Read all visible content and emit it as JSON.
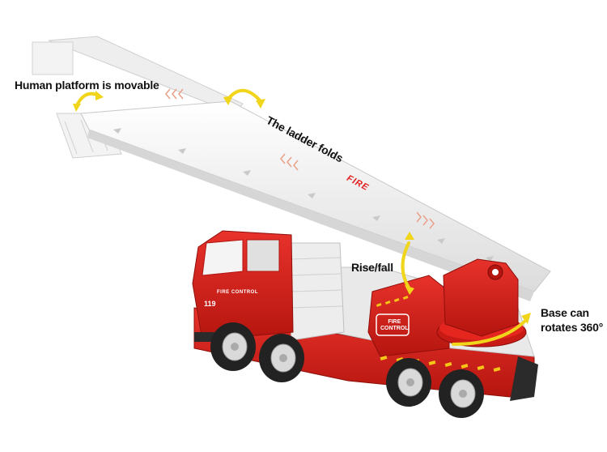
{
  "image": {
    "subject": "Toy fire truck with extendable aerial ladder",
    "background_color": "#ffffff"
  },
  "annotations": [
    {
      "id": "platform",
      "text": "Human platform is movable"
    },
    {
      "id": "ladder",
      "text": "The ladder folds"
    },
    {
      "id": "rise",
      "text": "Rise/fall"
    },
    {
      "id": "base",
      "line1": "Base can",
      "line2": "rotates 360°"
    }
  ],
  "decals": {
    "cab_text": "FIRE CONTROL",
    "cab_number": "119",
    "box_text_line1": "FIRE",
    "box_text_line2": "CONTROL",
    "ladder_text": "FIRE"
  },
  "colors": {
    "truck_red": "#d8201c",
    "dark_red": "#a8140f",
    "ladder_white": "#f2f2f2",
    "arrow_yellow": "#f1d51a",
    "tire": "#222222",
    "rim": "#d9d9d9"
  }
}
